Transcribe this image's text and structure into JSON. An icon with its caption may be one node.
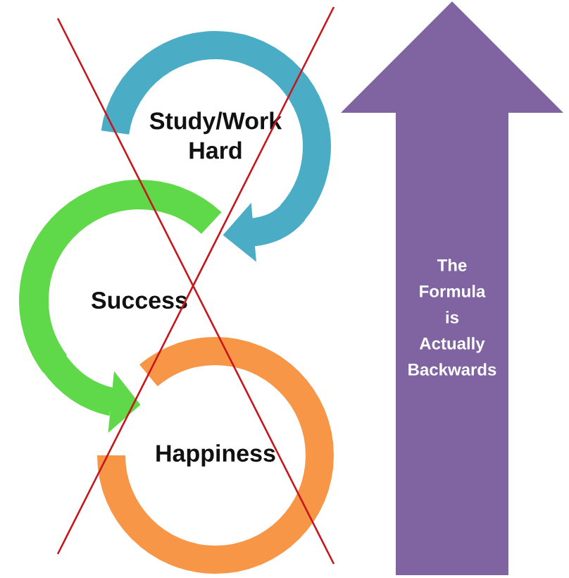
{
  "diagram": {
    "nodes": [
      {
        "text": [
          "Study/Work Hard"
        ]
      },
      {
        "text": [
          "Success"
        ]
      },
      {
        "text": [
          "Happiness"
        ]
      },
      {
        "text": [
          "The Formula is Actually Backwards"
        ]
      }
    ],
    "edges": [
      {
        "from": 0,
        "to": 1,
        "arrow": "to",
        "color": "#4bacc6"
      },
      {
        "from": 1,
        "to": 2,
        "arrow": "to",
        "color": "#5fd94a"
      }
    ]
  }
}
